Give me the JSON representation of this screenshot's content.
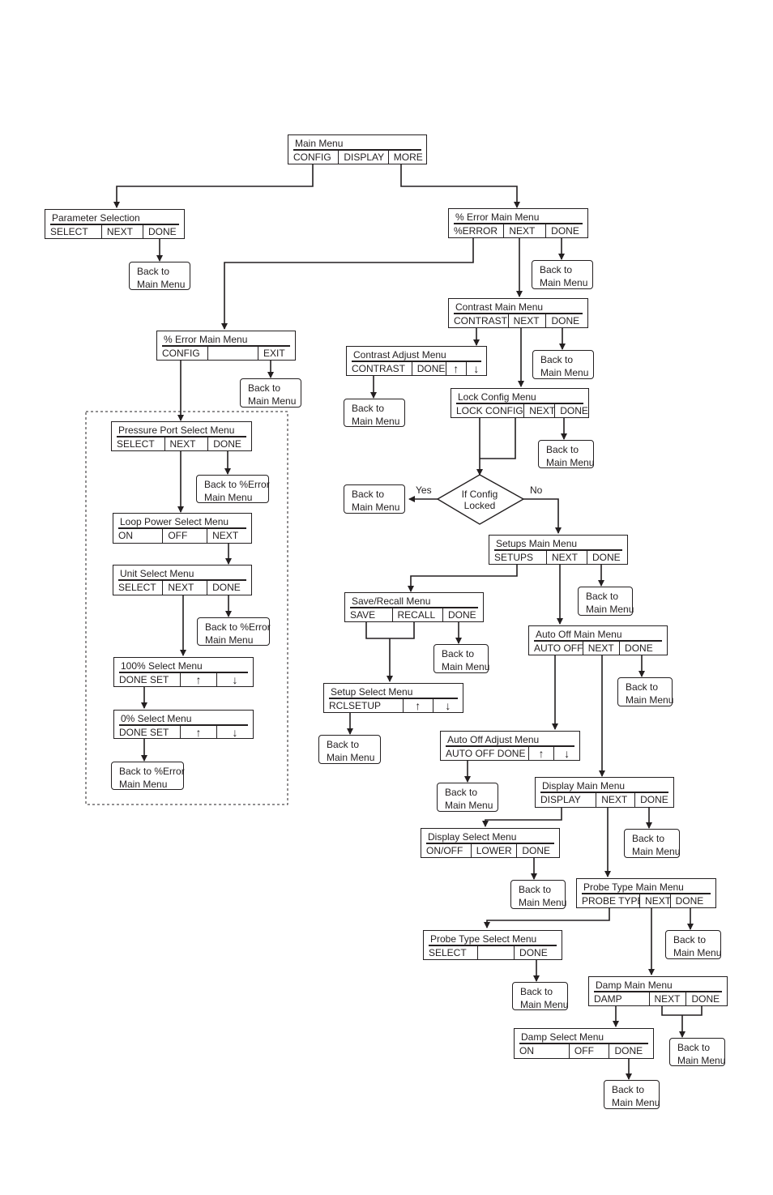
{
  "flowchart": {
    "main_menu": {
      "title": "Main Menu",
      "options": [
        "CONFIG",
        "DISPLAY",
        "MORE"
      ]
    },
    "parameter_selection": {
      "title": "Parameter Selection",
      "options": [
        "SELECT",
        "NEXT",
        "DONE"
      ]
    },
    "error_main_menu_right": {
      "title": "% Error Main Menu",
      "options": [
        "%ERROR",
        "NEXT",
        "DONE"
      ]
    },
    "error_main_menu_left": {
      "title": "% Error Main Menu",
      "options": [
        "CONFIG",
        "",
        "EXIT"
      ]
    },
    "contrast_main_menu": {
      "title": "Contrast  Main Menu",
      "options": [
        "CONTRAST",
        "NEXT",
        "DONE"
      ]
    },
    "contrast_adjust_menu": {
      "title": "Contrast Adjust Menu",
      "options": [
        "CONTRAST",
        "DONE",
        "↑",
        "↓"
      ]
    },
    "lock_config_menu": {
      "title": "Lock Config  Menu",
      "options": [
        "LOCK CONFIG",
        "NEXT",
        "DONE"
      ]
    },
    "pressure_port_select_menu": {
      "title": "Pressure Port Select Menu",
      "options": [
        "SELECT",
        "NEXT",
        "DONE"
      ]
    },
    "loop_power_select_menu": {
      "title": "Loop Power Select Menu",
      "options": [
        "ON",
        "OFF",
        "NEXT"
      ]
    },
    "unit_select_menu": {
      "title": "Unit Select Menu",
      "options": [
        "SELECT",
        "NEXT",
        "DONE"
      ]
    },
    "select_100_menu": {
      "title": "100% Select Menu",
      "options": [
        "DONE SET",
        "↑",
        "↓"
      ]
    },
    "select_0_menu": {
      "title": "0% Select Menu",
      "options": [
        "DONE SET",
        "↑",
        "↓"
      ]
    },
    "setups_main_menu": {
      "title": "Setups Main Menu",
      "options": [
        "SETUPS",
        "NEXT",
        "DONE"
      ]
    },
    "save_recall_menu": {
      "title": "Save/Recall Menu",
      "options": [
        "SAVE",
        "RECALL",
        "DONE"
      ]
    },
    "setup_select_menu": {
      "title": "Setup Select Menu",
      "options": [
        "RCLSETUP",
        "↑",
        "↓"
      ]
    },
    "auto_off_main_menu": {
      "title": "Auto Off Main Menu",
      "options": [
        "AUTO OFF",
        "NEXT",
        "DONE"
      ]
    },
    "auto_off_adjust_menu": {
      "title": "Auto Off Adjust Menu",
      "options": [
        "AUTO OFF   DONE",
        "↑",
        "↓"
      ]
    },
    "display_main_menu": {
      "title": "Display Main Menu",
      "options": [
        "DISPLAY",
        "NEXT",
        "DONE"
      ]
    },
    "display_select_menu": {
      "title": "Display Select Menu",
      "options": [
        "ON/OFF",
        "LOWER",
        "DONE"
      ]
    },
    "probe_type_main_menu": {
      "title": "Probe Type Main Menu",
      "options": [
        "PROBE TYPE",
        "NEXT",
        "DONE"
      ]
    },
    "probe_type_select_menu": {
      "title": "Probe Type Select Menu",
      "options": [
        "SELECT",
        "",
        "DONE"
      ]
    },
    "damp_main_menu": {
      "title": "Damp Main Menu",
      "options": [
        "DAMP",
        "NEXT",
        "DONE"
      ]
    },
    "damp_select_menu": {
      "title": "Damp Select Menu",
      "options": [
        "ON",
        "OFF",
        "DONE"
      ]
    },
    "back_main": [
      "Back to",
      "Main Menu"
    ],
    "back_error": [
      "Back to %Error",
      "Main Menu"
    ],
    "decision": {
      "line1": "If Config",
      "line2": "Locked",
      "yes": "Yes",
      "no": "No"
    }
  }
}
